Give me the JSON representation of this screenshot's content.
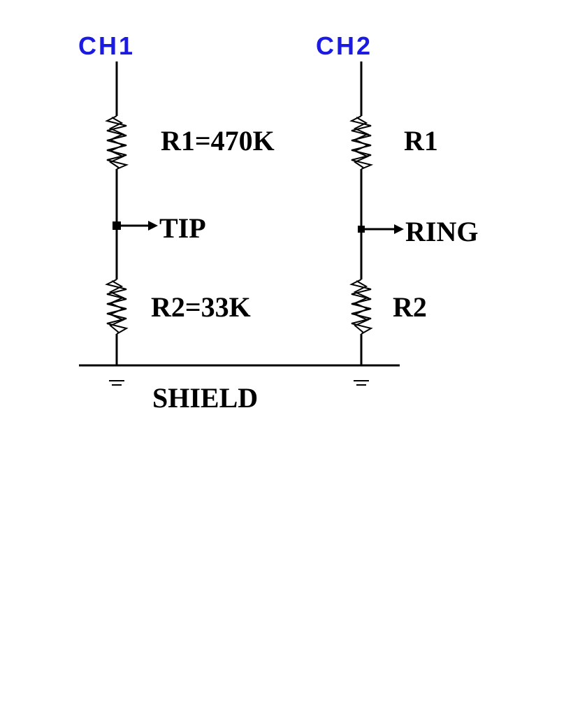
{
  "channels": [
    {
      "label": "CH1",
      "r1_label": "R1=470K",
      "r2_label": "R2=33K",
      "output_label": "TIP"
    },
    {
      "label": "CH2",
      "r1_label": "R1",
      "r2_label": "R2",
      "output_label": "RING"
    }
  ],
  "ground_label": "SHIELD",
  "colors": {
    "channel_label": "#1a1ae0",
    "line": "#000000"
  }
}
